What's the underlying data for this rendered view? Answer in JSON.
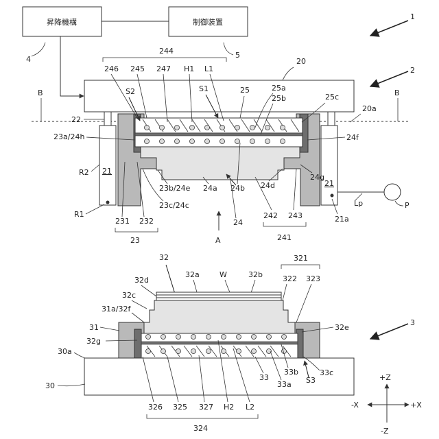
{
  "boxes": {
    "lift_mechanism": "昇降機構",
    "control_device": "制御装置"
  },
  "labels": {
    "l1": "1",
    "l2": "2",
    "l3": "3",
    "l4": "4",
    "l5": "5",
    "l20": "20",
    "l20a": "20a",
    "l21_left": "21",
    "l21_right": "21",
    "l21a": "21a",
    "l22": "22",
    "l23": "23",
    "l23a24h": "23a/24h",
    "l23b24e": "23b/24e",
    "l23c24c": "23c/24c",
    "l24": "24",
    "l24a": "24a",
    "l24b": "24b",
    "l24d": "24d",
    "l24f": "24f",
    "l24g": "24g",
    "l25": "25",
    "l25a": "25a",
    "l25b": "25b",
    "l25c": "25c",
    "l231": "231",
    "l232": "232",
    "l241": "241",
    "l242": "242",
    "l243": "243",
    "l244": "244",
    "l245": "245",
    "l246": "246",
    "l247": "247",
    "lH1": "H1",
    "lL1": "L1",
    "lS1": "S1",
    "lS2": "S2",
    "lB_left": "B",
    "lB_right": "B",
    "lA": "A",
    "lR1": "R1",
    "lR2": "R2",
    "lLp": "Lp",
    "lP": "P",
    "l30": "30",
    "l30a": "30a",
    "l31": "31",
    "l31a32f": "31a/32f",
    "l32": "32",
    "l32a": "32a",
    "l32b": "32b",
    "l32c": "32c",
    "l32d": "32d",
    "l32e": "32e",
    "l32g": "32g",
    "l321": "321",
    "l322": "322",
    "l323": "323",
    "l324": "324",
    "l325": "325",
    "l326": "326",
    "l327": "327",
    "l33": "33",
    "l33a": "33a",
    "l33b": "33b",
    "l33c": "33c",
    "lH2": "H2",
    "lL2": "L2",
    "lS3": "S3",
    "lW": "W"
  },
  "axes": {
    "plus_z": "+Z",
    "minus_z": "-Z",
    "plus_x": "+X",
    "minus_x": "-X"
  }
}
